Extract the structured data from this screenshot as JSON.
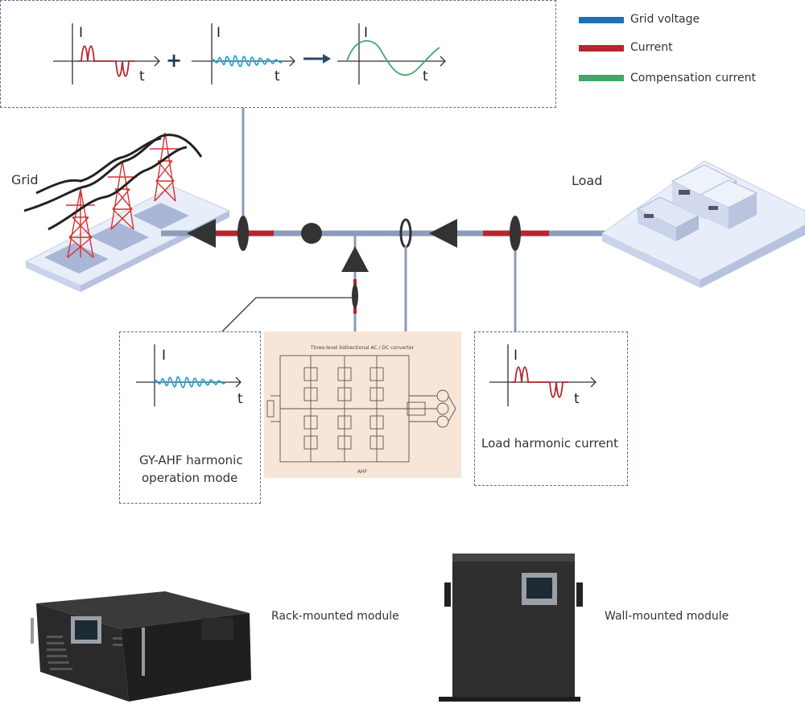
{
  "legend": [
    {
      "label": "Grid voltage",
      "color": "#1f6fb5"
    },
    {
      "label": "Current",
      "color": "#b5262e"
    },
    {
      "label": "Compensation current",
      "color": "#3fa86a"
    }
  ],
  "top_waveforms": {
    "axis_i": "I",
    "axis_t": "t",
    "plus": "+",
    "arrow": "→"
  },
  "labels": {
    "grid": "Grid",
    "load": "Load"
  },
  "panels": {
    "ahf": {
      "axis_i": "I",
      "axis_t": "t",
      "caption_line1": "GY-AHF harmonic",
      "caption_line2": "operation mode"
    },
    "load": {
      "axis_i": "I",
      "axis_t": "t",
      "caption": "Load harmonic current"
    }
  },
  "circuit": {
    "title": "Three-level bidirectional AC / DC converter",
    "footer": "AHF"
  },
  "products": {
    "rack": "Rack-mounted module",
    "wall": "Wall-mounted module"
  },
  "colors": {
    "bus": "#8c9bb8",
    "current": "#b5262e",
    "harmonic": "#29a7d6",
    "compensation": "#3fa86a",
    "arrow": "#333333"
  }
}
